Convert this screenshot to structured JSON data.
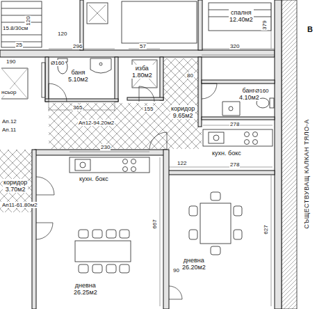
{
  "diagram": {
    "nodes": [
      {
        "text": [
          "спалня",
          "12.40м2"
        ]
      },
      {
        "text": [
          "баня",
          "5.10м2"
        ]
      },
      {
        "text": [
          "изба",
          "1.80м2"
        ]
      },
      {
        "text": [
          "коридор",
          "9.65м2"
        ]
      },
      {
        "text": [
          "баня",
          "4.10м2"
        ]
      },
      {
        "text": [
          "кухн. бокс"
        ]
      },
      {
        "text": [
          "коридор",
          "3.70м2"
        ]
      },
      {
        "text": [
          "кухн. бокс"
        ]
      },
      {
        "text": [
          "дневна",
          "26.25м2"
        ]
      },
      {
        "text": [
          "дневна",
          "26.20м2"
        ]
      }
    ],
    "labels": [
      "15.8/30см",
      "B",
      "нсьор",
      "Ап.12",
      "Ап.11",
      "Ап12-94.20м2",
      "Ап11-61.80м2",
      "СЪЩЕСТВУВАЩ КАЛКАН ТЯЛО-А",
      "Ø160",
      "Ø160",
      "120",
      "120",
      "190",
      "296",
      "57",
      "320",
      "379",
      "365",
      "155",
      "80",
      "278",
      "230",
      "122",
      "278",
      "667",
      "627",
      "90",
      "25"
    ]
  }
}
